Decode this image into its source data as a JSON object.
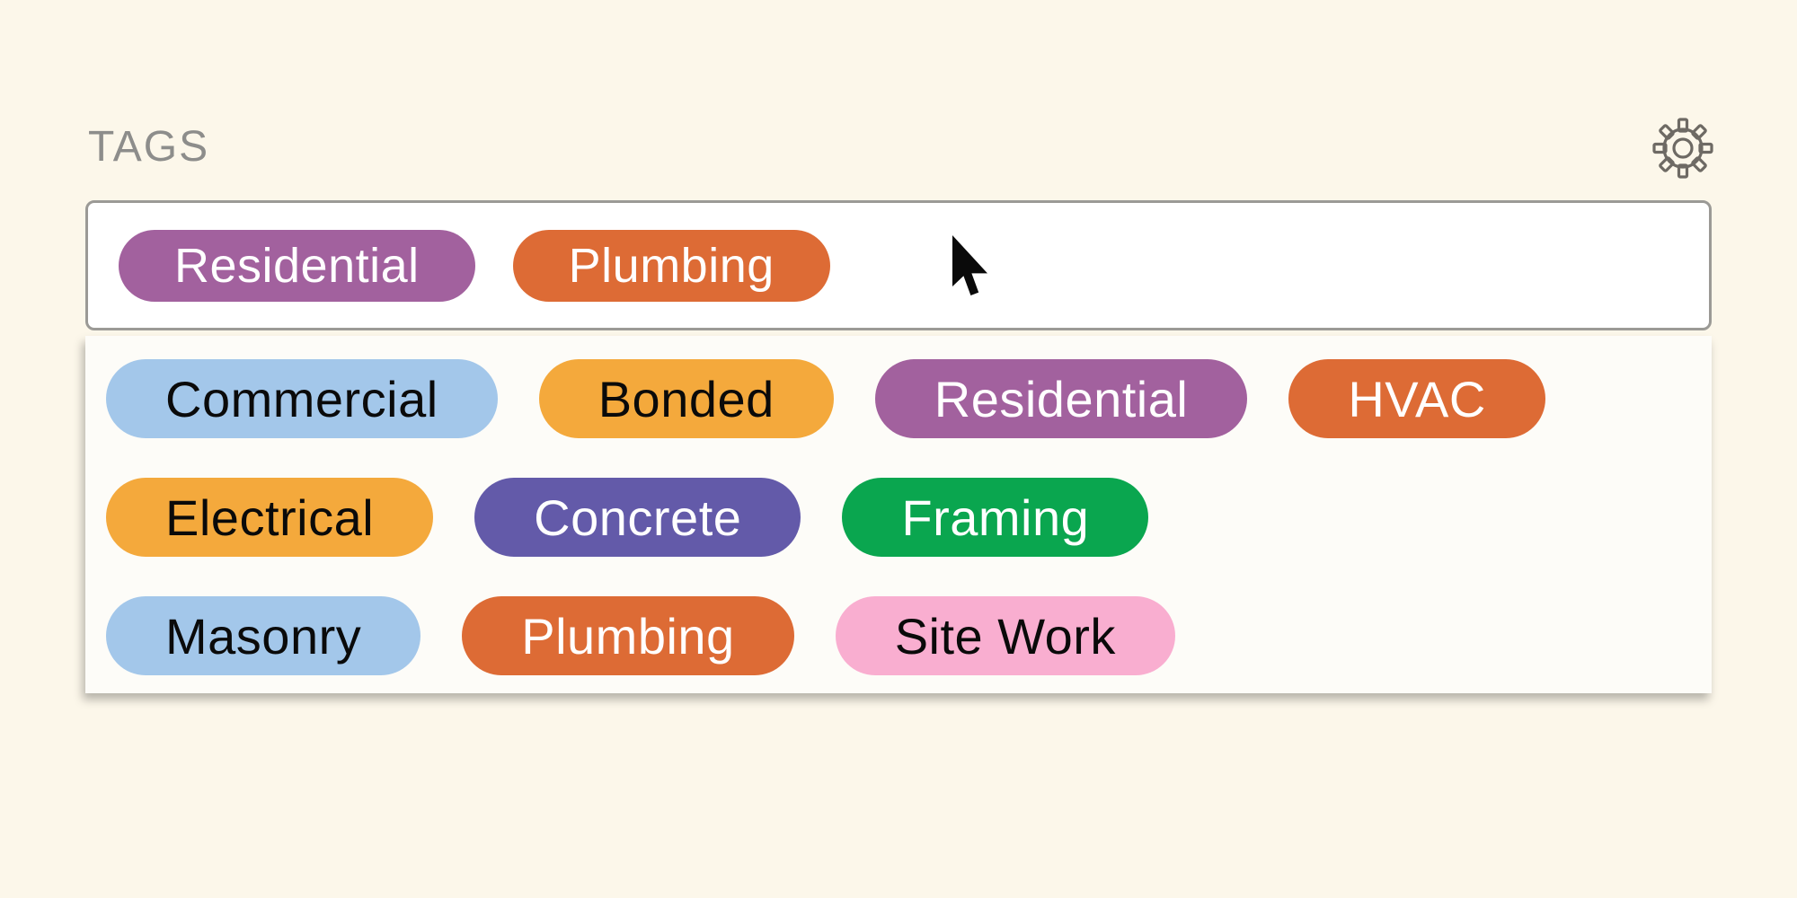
{
  "header": {
    "label": "TAGS",
    "settings_icon": "gear-icon"
  },
  "colors": {
    "page_background": "#fcf7ea",
    "panel_background": "#fdfcf8",
    "input_background": "#ffffff",
    "input_border": "#9b9a96",
    "label_text": "#8d8d8b",
    "gear_stroke": "#6e6a64",
    "cursor_fill": "#0a0a0a"
  },
  "input": {
    "selected_tags": [
      {
        "label": "Residential",
        "color": "#a2619e",
        "text_color": "#ffffff"
      },
      {
        "label": "Plumbing",
        "color": "#dd6b35",
        "text_color": "#ffffff"
      }
    ]
  },
  "dropdown": {
    "rows": [
      [
        {
          "label": "Commercial",
          "color": "#a3c7ea",
          "text_color": "#0a0a0a"
        },
        {
          "label": "Bonded",
          "color": "#f4a93c",
          "text_color": "#0a0a0a"
        },
        {
          "label": "Residential",
          "color": "#a2619e",
          "text_color": "#ffffff"
        },
        {
          "label": "HVAC",
          "color": "#dd6b35",
          "text_color": "#ffffff"
        }
      ],
      [
        {
          "label": "Electrical",
          "color": "#f4a93c",
          "text_color": "#0a0a0a"
        },
        {
          "label": "Concrete",
          "color": "#635aa9",
          "text_color": "#ffffff"
        },
        {
          "label": "Framing",
          "color": "#0aa64f",
          "text_color": "#ffffff"
        }
      ],
      [
        {
          "label": "Masonry",
          "color": "#a3c7ea",
          "text_color": "#0a0a0a"
        },
        {
          "label": "Plumbing",
          "color": "#dd6b35",
          "text_color": "#ffffff"
        },
        {
          "label": "Site Work",
          "color": "#f9aed0",
          "text_color": "#0a0a0a"
        }
      ]
    ]
  }
}
